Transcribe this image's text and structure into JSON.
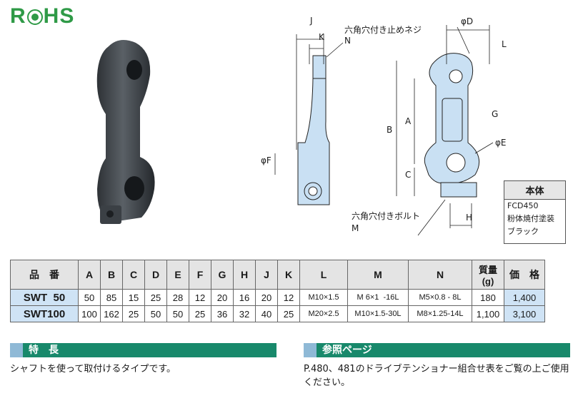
{
  "logo": {
    "prefix": "R",
    "suffix": "HS"
  },
  "drawing": {
    "labels": {
      "J": "J",
      "K": "K",
      "N": "N",
      "hex_set_screw": "六角穴付き止めネジ",
      "phiD": "φD",
      "L": "L",
      "B": "B",
      "A": "A",
      "G": "G",
      "phiE": "φE",
      "C": "C",
      "phiF": "φF",
      "hex_bolt": "六角穴付きボルト",
      "M": "M",
      "H": "H"
    }
  },
  "material": {
    "title": "本体",
    "lines": [
      "FCD450",
      "粉体焼付塗装",
      "ブラック"
    ]
  },
  "table": {
    "headers": [
      "品　番",
      "A",
      "B",
      "C",
      "D",
      "E",
      "F",
      "G",
      "H",
      "J",
      "K",
      "L",
      "M",
      "N",
      "質量\n(g)",
      "価　格"
    ],
    "rows": [
      [
        "SWT  50",
        "50",
        "85",
        "15",
        "25",
        "28",
        "12",
        "20",
        "16",
        "20",
        "12",
        "M10×1.5",
        "M 6×1  -16L",
        "M5×0.8 - 8L",
        "180",
        "1,400"
      ],
      [
        "SWT100",
        "100",
        "162",
        "25",
        "50",
        "50",
        "25",
        "36",
        "32",
        "40",
        "25",
        "M20×2.5",
        "M10×1.5-30L",
        "M8×1.25-14L",
        "1,100",
        "3,100"
      ]
    ]
  },
  "features": {
    "title": "特　長",
    "text": "シャフトを使って取付けるタイプです。"
  },
  "reference": {
    "title": "参照ページ",
    "text": "P.480、481のドライブテンショナー組合せ表をご覧の上ご使用ください。"
  },
  "colors": {
    "accent": "#18896b",
    "highlight": "#cfe3f5",
    "logo": "#2f9a47"
  }
}
